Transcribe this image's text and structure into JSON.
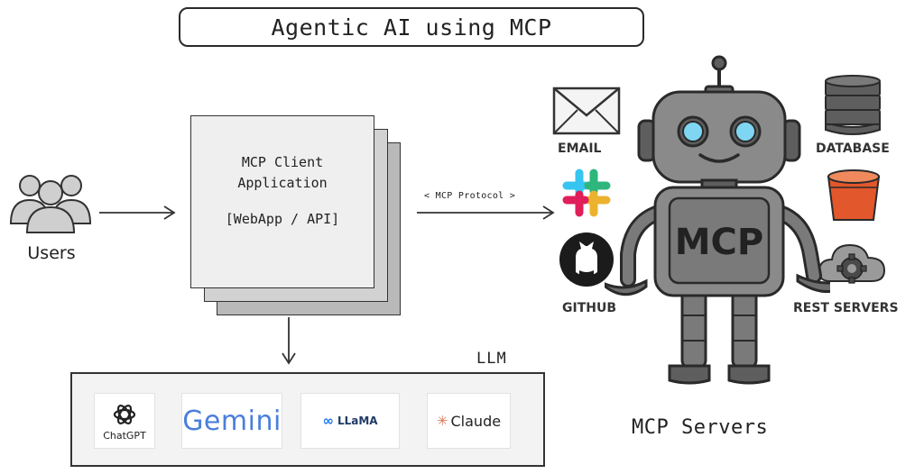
{
  "title": "Agentic AI using MCP",
  "users": {
    "label": "Users"
  },
  "client": {
    "line1": "MCP Client",
    "line2": "Application",
    "line3": "[WebApp / API]"
  },
  "protocol": {
    "label": "< MCP Protocol >"
  },
  "llm": {
    "label": "LLM",
    "providers": [
      {
        "name": "ChatGPT"
      },
      {
        "name": "Gemini"
      },
      {
        "name": "LLaMA"
      },
      {
        "name": "Claude"
      }
    ]
  },
  "servers": {
    "label": "MCP Servers",
    "robot_text": "MCP",
    "tools": {
      "email": "EMAIL",
      "database": "DATABASE",
      "github": "GITHUB",
      "rest": "REST SERVERS"
    }
  },
  "colors": {
    "robot_body": "#8a8a8a",
    "robot_dark": "#5e5e5e",
    "eye": "#7fd6f2",
    "bucket": "#e2572b",
    "gemini": "#4a7fdb",
    "claude_star": "#d97757"
  }
}
